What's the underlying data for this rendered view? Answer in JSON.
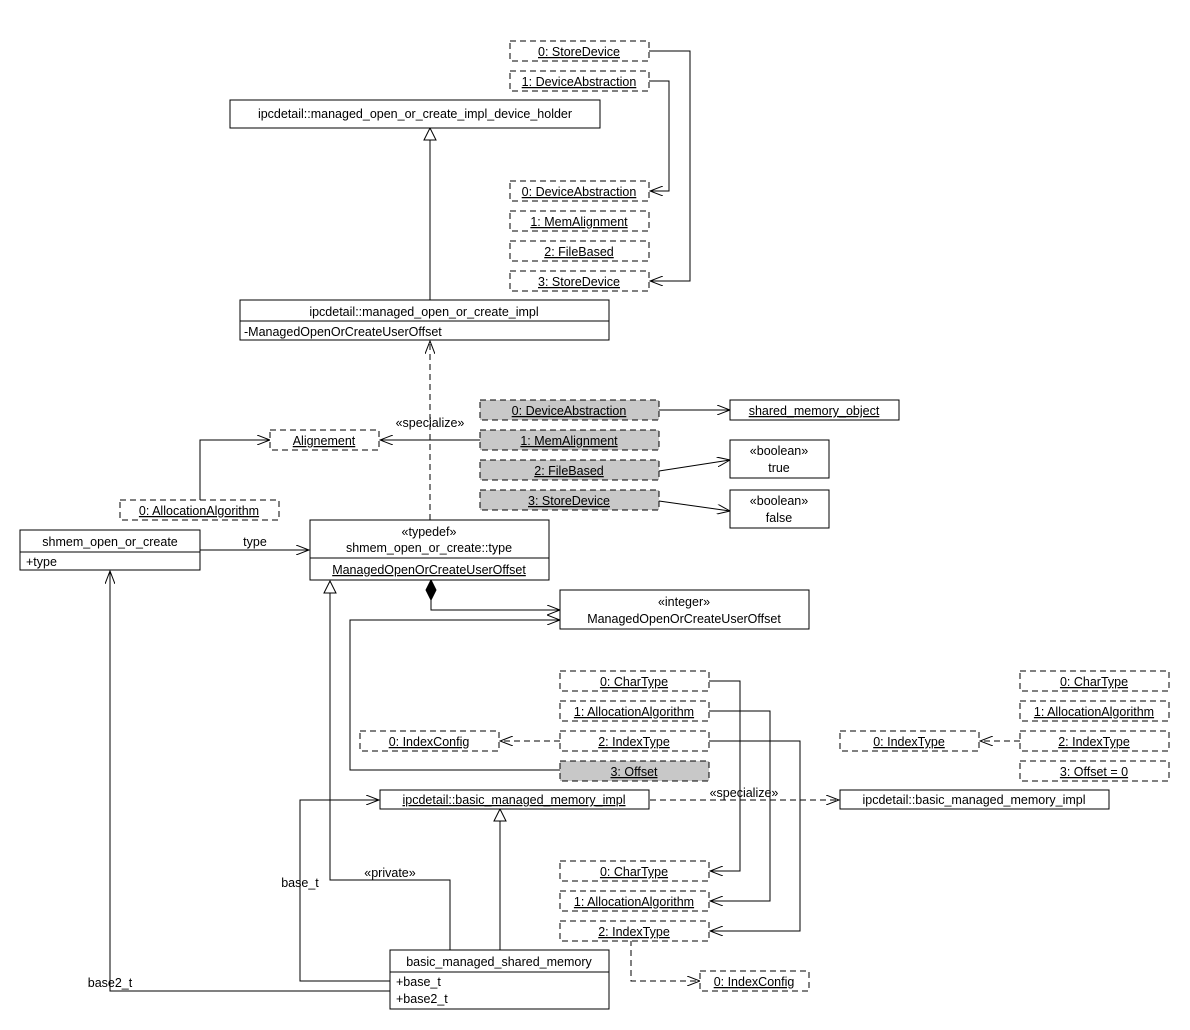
{
  "colors": {
    "line": "#000000",
    "shaded": "#c8c8c8",
    "background": "#ffffff"
  },
  "nodes": {
    "device_holder": {
      "label": "ipcdetail::managed_open_or_create_impl_device_holder"
    },
    "dh_p0": {
      "label": "0: StoreDevice"
    },
    "dh_p1": {
      "label": "1: DeviceAbstraction"
    },
    "impl_b0": {
      "label": "0: DeviceAbstraction"
    },
    "impl_b1": {
      "label": "1: MemAlignment"
    },
    "impl_b2": {
      "label": "2: FileBased"
    },
    "impl_b3": {
      "label": "3: StoreDevice"
    },
    "impl": {
      "label": "ipcdetail::managed_open_or_create_impl",
      "attribute": "-ManagedOpenOrCreateUserOffset"
    },
    "spec_s0": {
      "label": "0: DeviceAbstraction"
    },
    "spec_s1": {
      "label": "1: MemAlignment"
    },
    "spec_s2": {
      "label": "2: FileBased"
    },
    "spec_s3": {
      "label": "3: StoreDevice"
    },
    "shm_object": {
      "label": "shared_memory_object"
    },
    "bool_true": {
      "stereotype": "«boolean»",
      "label": "true"
    },
    "bool_false": {
      "stereotype": "«boolean»",
      "label": "false"
    },
    "alignement": {
      "label": "Alignement"
    },
    "alloc_alg": {
      "label": "0: AllocationAlgorithm"
    },
    "shmem": {
      "label": "shmem_open_or_create",
      "attribute": "+type"
    },
    "typedef": {
      "stereotype": "«typedef»",
      "label": "shmem_open_or_create::type",
      "attribute": "ManagedOpenOrCreateUserOffset"
    },
    "integer": {
      "stereotype": "«integer»",
      "label": "ManagedOpenOrCreateUserOffset"
    },
    "mid_t0": {
      "label": "0: CharType"
    },
    "mid_t1": {
      "label": "1: AllocationAlgorithm"
    },
    "mid_t2": {
      "label": "2: IndexType"
    },
    "mid_t3": {
      "label": "3: Offset"
    },
    "index_config_mid": {
      "label": "0: IndexConfig"
    },
    "right_t0": {
      "label": "0: CharType"
    },
    "right_t1": {
      "label": "1: AllocationAlgorithm"
    },
    "right_t2": {
      "label": "2: IndexType"
    },
    "right_t3": {
      "label": "3: Offset = 0"
    },
    "index_type_right": {
      "label": "0: IndexType"
    },
    "bmm_impl": {
      "label": "ipcdetail::basic_managed_memory_impl"
    },
    "bmm_impl_right": {
      "label": "ipcdetail::basic_managed_memory_impl"
    },
    "low_t0": {
      "label": "0: CharType"
    },
    "low_t1": {
      "label": "1: AllocationAlgorithm"
    },
    "low_t2": {
      "label": "2: IndexType"
    },
    "index_config_low": {
      "label": "0: IndexConfig"
    },
    "bmsm": {
      "label": "basic_managed_shared_memory",
      "attributes": [
        "+base_t",
        "+base2_t"
      ]
    }
  },
  "edge_labels": {
    "specialize_top": "«specialize»",
    "specialize_right": "«specialize»",
    "type": "type",
    "private": "«private»",
    "base_t": "base_t",
    "base2_t": "base2_t"
  }
}
